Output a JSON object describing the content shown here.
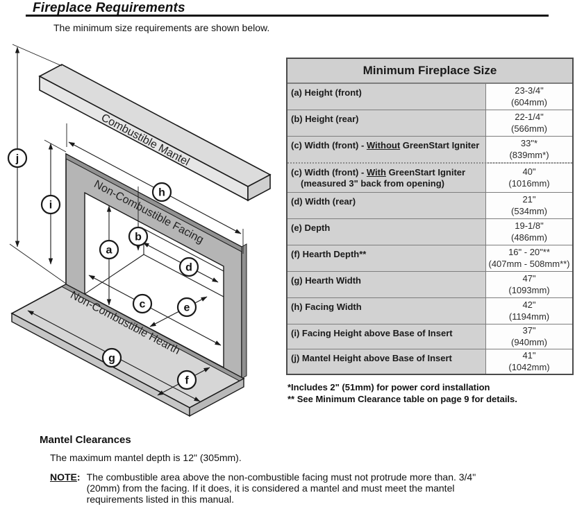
{
  "page": {
    "title": "Fireplace Requirements",
    "subtitle": "The minimum size requirements are shown below."
  },
  "diagram": {
    "part_labels": {
      "mantel": "Combustible Mantel",
      "facing": "Non-Combustible Facing",
      "hearth": "Non-Combustible Hearth"
    },
    "callouts": {
      "a": "a",
      "b": "b",
      "c": "c",
      "d": "d",
      "e": "e",
      "f": "f",
      "g": "g",
      "h": "h",
      "i": "i",
      "j": "j"
    },
    "colors": {
      "mantel_top": "#dcdcdc",
      "mantel_front": "#e6e6e6",
      "mantel_end": "#cfcfcf",
      "facing_face": "#b5b5b5",
      "facing_edge": "#919191",
      "hearth_top": "#d6d6d6",
      "hearth_front": "#c6c6c6",
      "hearth_back_edge": "#999999"
    }
  },
  "table": {
    "title": "Minimum Fireplace Size",
    "rows": [
      {
        "label_pre": "(a) Height (front)",
        "label_u": "",
        "label_post": "",
        "label_line2": "",
        "value1": "23-3/4\"",
        "value2": "(604mm)"
      },
      {
        "label_pre": "(b) Height (rear)",
        "label_u": "",
        "label_post": "",
        "label_line2": "",
        "value1": "22-1/4\"",
        "value2": "(566mm)"
      },
      {
        "label_pre": "(c) Width (front) - ",
        "label_u": "Without",
        "label_post": " GreenStart Igniter",
        "label_line2": "",
        "value1": "33\"*",
        "value2": "(839mm*)"
      },
      {
        "label_pre": "(c) Width (front) - ",
        "label_u": "With",
        "label_post": " GreenStart Igniter",
        "label_line2": "(measured 3\" back from opening)",
        "value1": "40\"",
        "value2": "(1016mm)"
      },
      {
        "label_pre": "(d) Width (rear)",
        "label_u": "",
        "label_post": "",
        "label_line2": "",
        "value1": "21\"",
        "value2": "(534mm)"
      },
      {
        "label_pre": "(e) Depth",
        "label_u": "",
        "label_post": "",
        "label_line2": "",
        "value1": "19-1/8\"",
        "value2": "(486mm)"
      },
      {
        "label_pre": "(f) Hearth Depth**",
        "label_u": "",
        "label_post": "",
        "label_line2": "",
        "value1": "16\" - 20\"**",
        "value2": "(407mm - 508mm**)"
      },
      {
        "label_pre": "(g) Hearth Width",
        "label_u": "",
        "label_post": "",
        "label_line2": "",
        "value1": "47\"",
        "value2": "(1093mm)"
      },
      {
        "label_pre": "(h) Facing Width",
        "label_u": "",
        "label_post": "",
        "label_line2": "",
        "value1": "42\"",
        "value2": "(1194mm)"
      },
      {
        "label_pre": "(i) Facing Height above Base of Insert",
        "label_u": "",
        "label_post": "",
        "label_line2": "",
        "value1": "37\"",
        "value2": "(940mm)"
      },
      {
        "label_pre": "(j) Mantel Height above Base of Insert",
        "label_u": "",
        "label_post": "",
        "label_line2": "",
        "value1": "41\"",
        "value2": "(1042mm)"
      }
    ],
    "footnotes": [
      "*Includes 2\" (51mm) for power cord installation",
      "** See Minimum Clearance table on page 9 for details."
    ]
  },
  "mantel_clearances": {
    "heading": "Mantel Clearances",
    "body": "The maximum mantel depth is 12\" (305mm).",
    "note_label": "NOTE",
    "note_colon": ":",
    "note_lines": [
      "The combustible area above the non-combustible facing must not protrude more than.  3/4\"",
      "(20mm) from the facing.  If it does, it is considered a mantel and must meet the mantel",
      "requirements listed in this manual."
    ]
  }
}
